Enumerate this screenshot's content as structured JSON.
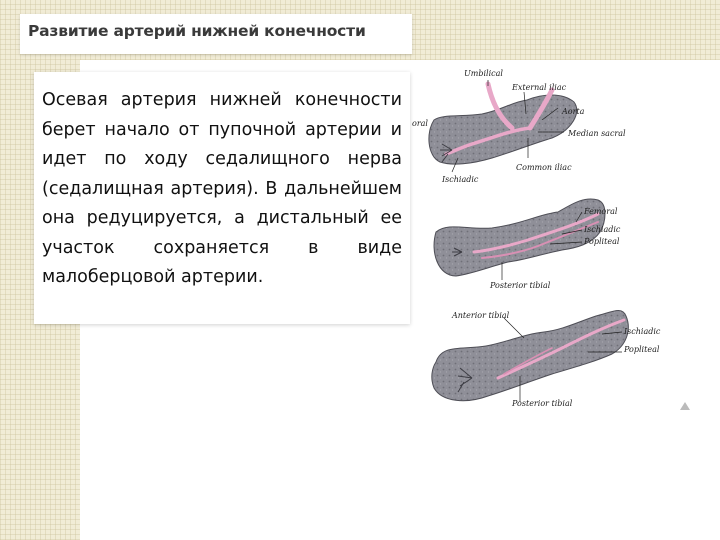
{
  "slide": {
    "title": "Развитие артерий нижней конечности",
    "body": "Осевая артерия нижней конечности берет начало от пупочной артерии и идет по ходу седалищного нерва (седалищная артерия). В дальнейшем она редуцируется, а дистальный ее участок сохраняется в виде малоберцовой артерии."
  },
  "figure": {
    "panel1": {
      "umbilical": "Umbilical",
      "external_iliac": "External iliac",
      "aorta": "Aorta",
      "median_sacral": "Median sacral",
      "common_iliac": "Common iliac",
      "ischiadic": "Ischiadic",
      "oral_fragment": "oral"
    },
    "panel2": {
      "femoral": "Femoral",
      "ischiadic": "Ischiadic",
      "popliteal": "Popliteal",
      "posterior_tibial": "Posterior tibial"
    },
    "panel3": {
      "anterior_tibial": "Anterior tibial",
      "ischiadic": "Ischiadic",
      "popliteal": "Popliteal",
      "posterior_tibial": "Posterior tibial"
    }
  },
  "colors": {
    "artery": "#e8a8c8",
    "limb": "#8c8c94",
    "limb_dark": "#5e5e66",
    "background_pattern": "#f1ecd6"
  }
}
